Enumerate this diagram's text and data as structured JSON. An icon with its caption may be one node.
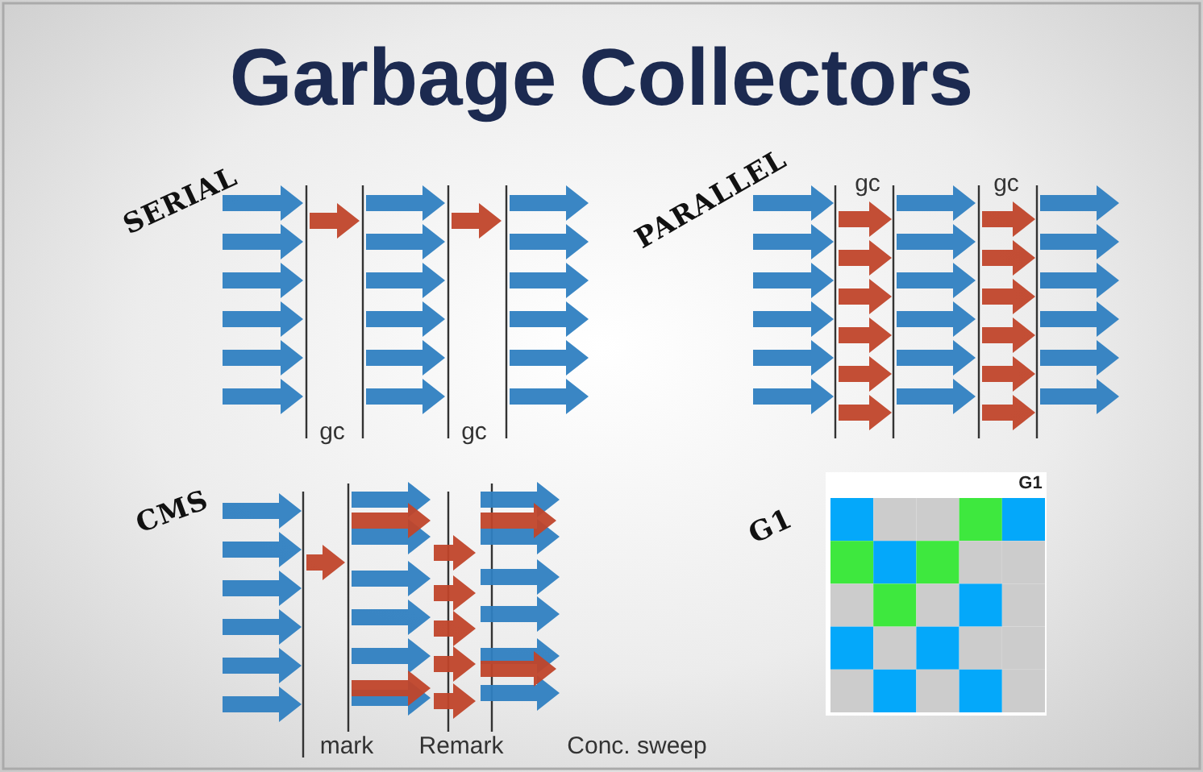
{
  "diagram": {
    "title": "Garbage Collectors",
    "labels": [
      "SERIAL",
      "PARALLEL",
      "gc",
      "gc",
      "gc",
      "gc",
      "CMS",
      "G1",
      "G1",
      "mark",
      "Remark",
      "Conc. sweep"
    ]
  }
}
